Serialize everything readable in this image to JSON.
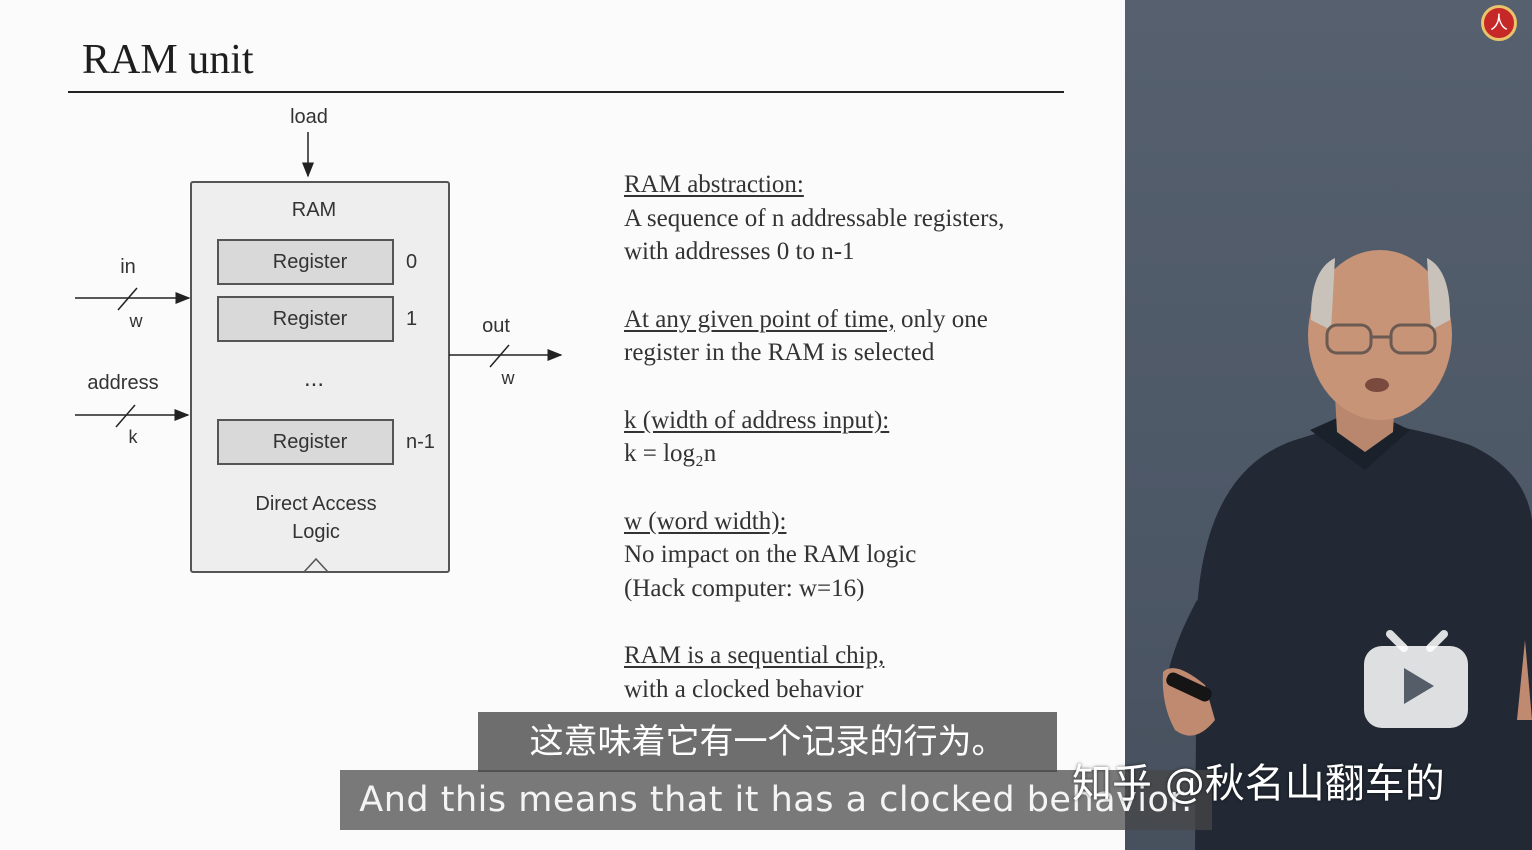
{
  "slide": {
    "title": "RAM unit",
    "diagram": {
      "load_label": "load",
      "chip_label": "RAM",
      "register_label": "Register",
      "register_indices": [
        "0",
        "1",
        "n-1"
      ],
      "ellipsis": "...",
      "logic_label_line1": "Direct Access",
      "logic_label_line2": "Logic",
      "in_label": "in",
      "in_width": "w",
      "address_label": "address",
      "address_width": "k",
      "out_label": "out",
      "out_width": "w"
    },
    "notes": [
      {
        "head": "RAM abstraction:",
        "body": [
          "A sequence of n addressable registers,",
          "with addresses 0 to n-1"
        ]
      },
      {
        "head": "At any given point of time,",
        "head_tail": " only one",
        "body": [
          "register in the RAM is selected"
        ]
      },
      {
        "head": "k (width of address input):",
        "body": [
          "k = log₂n"
        ]
      },
      {
        "head": "w (word width):",
        "body": [
          "No impact on the RAM logic",
          "(Hack computer: w=16)"
        ]
      },
      {
        "head": "RAM is a sequential chip,",
        "body": [
          "with a clocked behavior"
        ]
      }
    ]
  },
  "video": {
    "logo_glyph": "人"
  },
  "subtitles": {
    "chinese": "这意味着它有一个记录的行为。",
    "english": "And this means that it has a clocked behavior."
  },
  "watermark": {
    "text": "知乎 @秋名山翻车的"
  },
  "colors": {
    "subtitle_bg": "#464646",
    "panel_bg": "#505b69",
    "register_fill": "#d9d9d9",
    "chip_fill": "#eeeeee"
  }
}
